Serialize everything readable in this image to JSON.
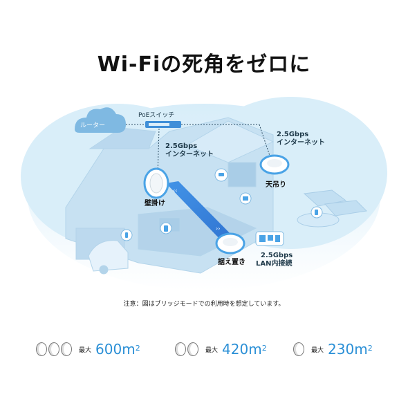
{
  "title": "Wi-Fiの死角をゼロに",
  "diagram": {
    "router": "ルーター",
    "poe_switch": "PoEスイッチ",
    "wall_speed": "2.5Gbps",
    "wall_net": "インターネット",
    "ceiling_speed": "2.5Gbps",
    "ceiling_net": "インターネット",
    "wall_mount": "壁掛け",
    "ceiling_mount": "天吊り",
    "desk_mount": "据え置き",
    "desk_speed": "2.5Gbps",
    "desk_lan": "LAN内接続"
  },
  "note": "注意：図はブリッジモードでの利用時を想定しています。",
  "coverage": [
    {
      "prefix": "最大",
      "value": "600",
      "unit": "m",
      "sup": "2",
      "units_count": 3
    },
    {
      "prefix": "最大",
      "value": "420",
      "unit": "m",
      "sup": "2",
      "units_count": 2
    },
    {
      "prefix": "最大",
      "value": "230",
      "unit": "m",
      "sup": "2",
      "units_count": 1
    }
  ],
  "colors": {
    "accent": "#2a8fd6",
    "cloud": "#d6ecf9",
    "house": "#cfe6f5"
  }
}
